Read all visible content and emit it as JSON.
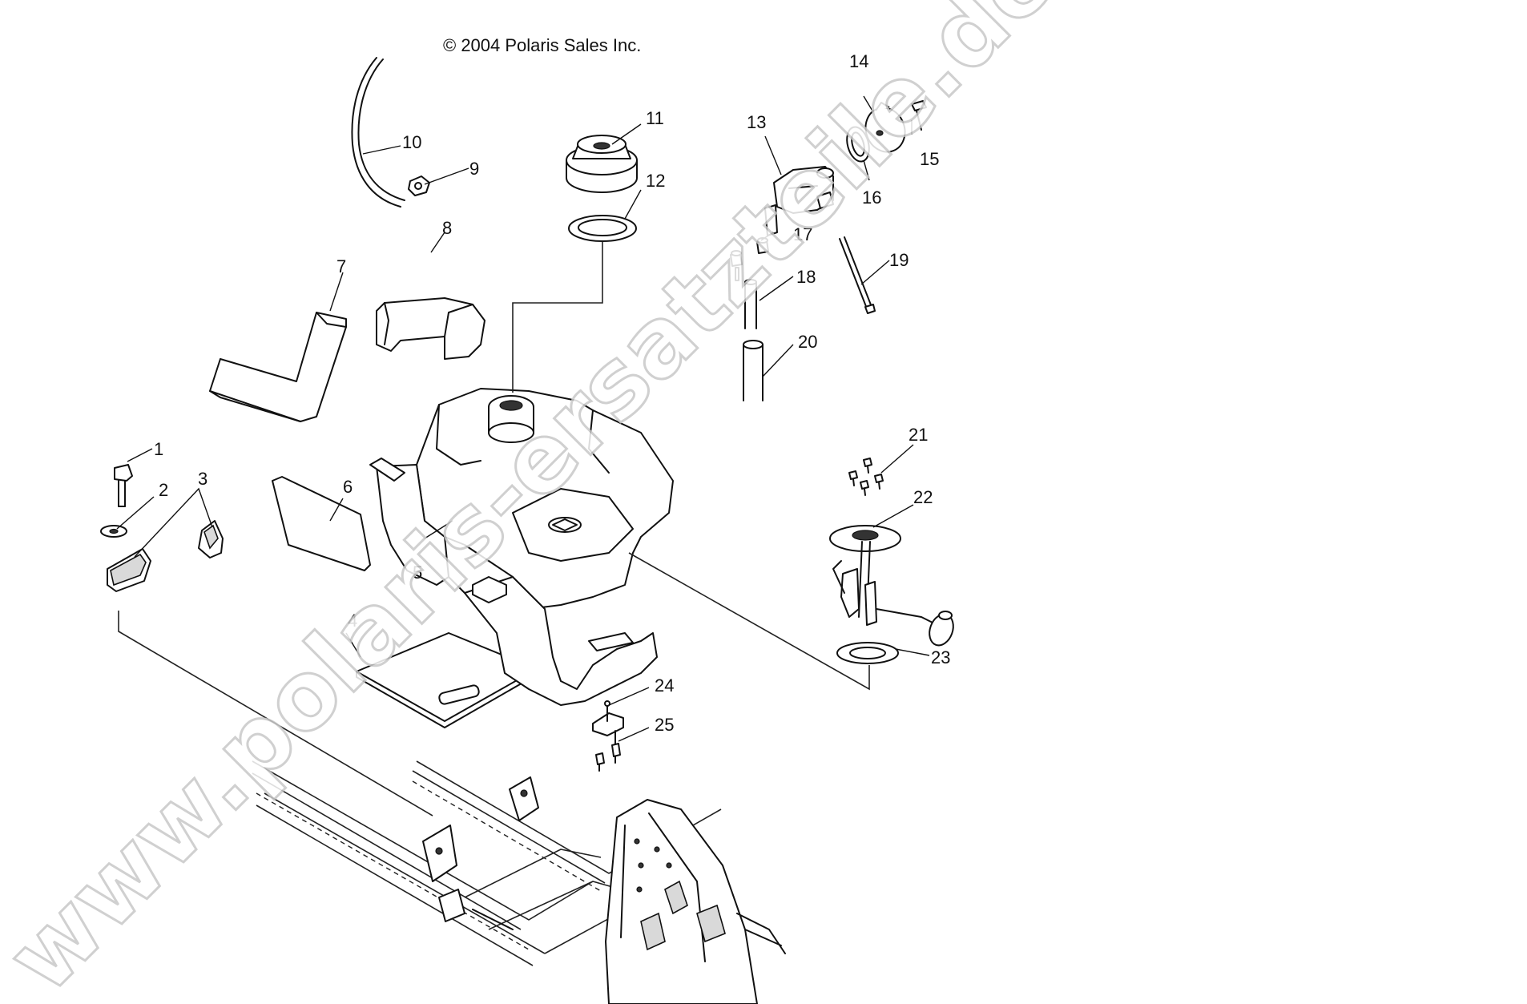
{
  "copyright": "© 2004 Polaris Sales Inc.",
  "watermark": "www.polaris-ersatzteile.de",
  "callouts": [
    {
      "id": 1,
      "label": "1",
      "part": "bolt"
    },
    {
      "id": 2,
      "label": "2",
      "part": "washer"
    },
    {
      "id": 3,
      "label": "3",
      "part": "bracket"
    },
    {
      "id": 4,
      "label": "4",
      "part": "pad"
    },
    {
      "id": 5,
      "label": "5",
      "part": "fuel-tank"
    },
    {
      "id": 6,
      "label": "6",
      "part": "pad"
    },
    {
      "id": 7,
      "label": "7",
      "part": "pad"
    },
    {
      "id": 8,
      "label": "8",
      "part": "foam-block"
    },
    {
      "id": 9,
      "label": "9",
      "part": "clamp"
    },
    {
      "id": 10,
      "label": "10",
      "part": "vent-hose"
    },
    {
      "id": 11,
      "label": "11",
      "part": "fuel-cap"
    },
    {
      "id": 12,
      "label": "12",
      "part": "gasket"
    },
    {
      "id": 13,
      "label": "13",
      "part": "valve"
    },
    {
      "id": 14,
      "label": "14",
      "part": "cover"
    },
    {
      "id": 15,
      "label": "15",
      "part": "screw"
    },
    {
      "id": 16,
      "label": "16",
      "part": "gasket"
    },
    {
      "id": 17,
      "label": "17",
      "part": "cap"
    },
    {
      "id": 18,
      "label": "18",
      "part": "hose"
    },
    {
      "id": 19,
      "label": "19",
      "part": "rod"
    },
    {
      "id": 20,
      "label": "20",
      "part": "hose"
    },
    {
      "id": 21,
      "label": "21",
      "part": "screw"
    },
    {
      "id": 22,
      "label": "22",
      "part": "fuel-sender"
    },
    {
      "id": 23,
      "label": "23",
      "part": "gasket"
    },
    {
      "id": 24,
      "label": "24",
      "part": "bracket"
    },
    {
      "id": 25,
      "label": "25",
      "part": "fastener"
    }
  ]
}
